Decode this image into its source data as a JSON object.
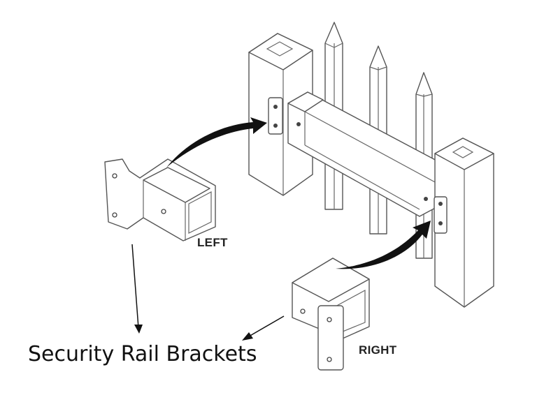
{
  "diagram": {
    "labels": {
      "left": "LEFT",
      "right": "RIGHT",
      "caption": "Security Rail Brackets"
    },
    "parts": [
      "left-post",
      "right-post",
      "pickets",
      "rail",
      "left-bracket",
      "right-bracket"
    ],
    "colors": {
      "line": "#555555",
      "arrow": "#111111",
      "background": "#ffffff"
    }
  }
}
